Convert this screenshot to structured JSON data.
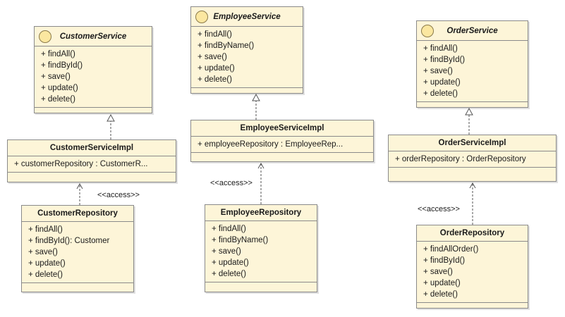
{
  "diagram": {
    "stereotype_access": "<<access>>",
    "interfaces": {
      "customer": {
        "name": "CustomerService",
        "operations": [
          "+ findAll()",
          "+ findById()",
          "+ save()",
          "+ update()",
          "+ delete()"
        ]
      },
      "employee": {
        "name": "EmployeeService",
        "operations": [
          "+ findAll()",
          "+ findByName()",
          "+ save()",
          "+ update()",
          "+ delete()"
        ]
      },
      "order": {
        "name": "OrderService",
        "operations": [
          "+ findAll()",
          "+ findById()",
          "+ save()",
          "+ update()",
          "+ delete()"
        ]
      }
    },
    "impls": {
      "customer": {
        "name": "CustomerServiceImpl",
        "attribute": "+ customerRepository : CustomerR..."
      },
      "employee": {
        "name": "EmployeeServiceImpl",
        "attribute": "+ employeeRepository : EmployeeRep..."
      },
      "order": {
        "name": "OrderServiceImpl",
        "attribute": "+ orderRepository : OrderRepository"
      }
    },
    "repos": {
      "customer": {
        "name": "CustomerRepository",
        "operations": [
          "+ findAll()",
          "+ findById(): Customer",
          "+ save()",
          "+ update()",
          "+ delete()"
        ]
      },
      "employee": {
        "name": "EmployeeRepository",
        "operations": [
          "+ findAll()",
          "+ findByName()",
          "+ save()",
          "+ update()",
          "+ delete()"
        ]
      },
      "order": {
        "name": "OrderRepository",
        "operations": [
          "+ findAllOrder()",
          "+ findById()",
          "+ save()",
          "+ update()",
          "+ delete()"
        ]
      }
    }
  }
}
